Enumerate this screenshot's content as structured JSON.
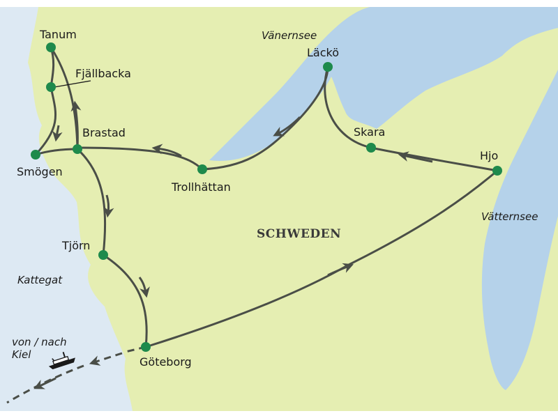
{
  "map": {
    "country_label": "SCHWEDEN",
    "water_labels": {
      "vaenern": "Vänernsee",
      "vaettern": "Vätternsee",
      "kattegat": "Kattegat",
      "ferry_line1": "von / nach",
      "ferry_line2": "Kiel"
    },
    "stops": {
      "tanum": "Tanum",
      "fjaellbacka": "Fjällbacka",
      "smoegen": "Smögen",
      "brastad": "Brastad",
      "trollhaettan": "Trollhättan",
      "laeckoe": "Läckö",
      "skara": "Skara",
      "hjo": "Hjo",
      "tjoern": "Tjörn",
      "goeteborg": "Göteborg"
    },
    "colors": {
      "sea": "#dde9f3",
      "land": "#e5eeb2",
      "lake": "#b5d2ea",
      "route": "#4a4e47",
      "stop": "#1e8a4c"
    },
    "icons": [
      "ferry-icon"
    ]
  }
}
